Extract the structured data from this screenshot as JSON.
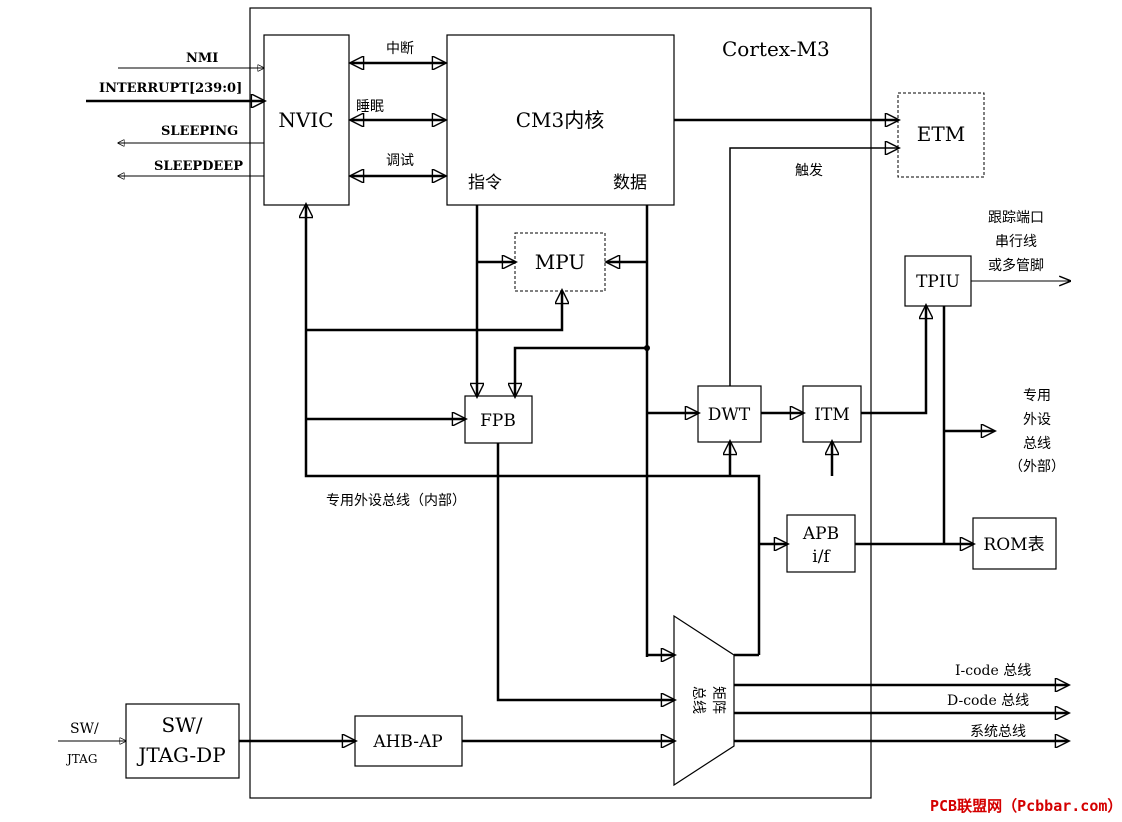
{
  "title": "Cortex-M3",
  "blocks": {
    "nvic": "NVIC",
    "core": "CM3内核",
    "core_instr": "指令",
    "core_data": "数据",
    "mpu": "MPU",
    "etm": "ETM",
    "tpiu": "TPIU",
    "fpb": "FPB",
    "dwt": "DWT",
    "itm": "ITM",
    "apb_line1": "APB",
    "apb_line2": "i/f",
    "rom": "ROM表",
    "ahbap": "AHB-AP",
    "swjtag_line1": "SW/",
    "swjtag_line2": "JTAG-DP",
    "matrix_line1": "总线",
    "matrix_line2": "矩阵"
  },
  "signals": {
    "nmi": "NMI",
    "interrupt": "INTERRUPT[239:0]",
    "sleeping": "SLEEPING",
    "sleepdeep": "SLEEPDEEP",
    "interrupt_cn": "中断",
    "sleep_cn": "睡眠",
    "debug_cn": "调试",
    "trigger": "触发",
    "trace_port_1": "跟踪端口",
    "trace_port_2": "串行线",
    "trace_port_3": "或多管脚",
    "ppb_ext_1": "专用",
    "ppb_ext_2": "外设",
    "ppb_ext_3": "总线",
    "ppb_ext_4": "（外部）",
    "ppb_int": "专用外设总线（内部）",
    "icode": "I-code 总线",
    "dcode": "D-code 总线",
    "sysbus": "系统总线",
    "sw_in_1": "SW/",
    "sw_in_2": "JTAG"
  },
  "watermark": "PCB联盟网（Pcbbar.com）"
}
